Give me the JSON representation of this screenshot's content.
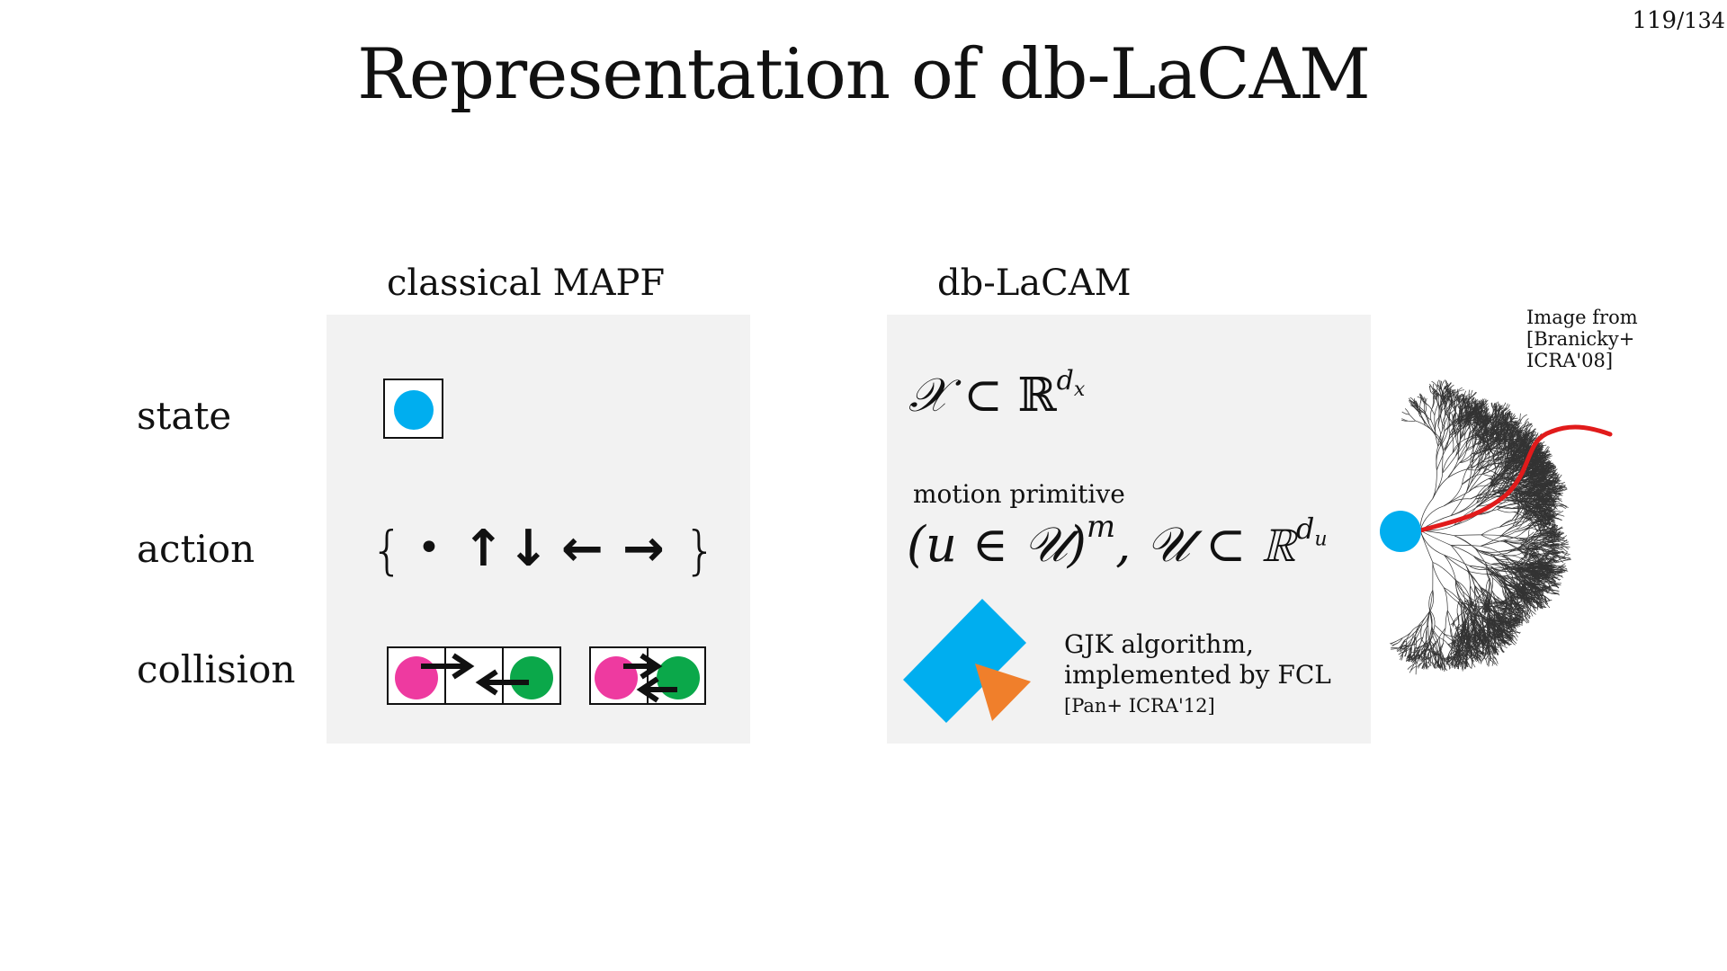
{
  "slide": {
    "title": "Representation of db-LaCAM",
    "page_current": "119",
    "page_total": "/134"
  },
  "columns": {
    "classical": "classical MAPF",
    "dblacam": "db-LaCAM"
  },
  "rows": {
    "state": "state",
    "action": "action",
    "collision": "collision"
  },
  "dblacam": {
    "state_math": {
      "set_symbol": "𝒳",
      "subset": "⊂",
      "reals": "ℝ",
      "exponent_base": "d",
      "exponent_sub": "x"
    },
    "motion_primitive_label": "motion primitive",
    "action_math": {
      "open": "(u ∈ 𝒰)",
      "sup_m": "m",
      "rest": ", 𝒰 ⊂ ℝ",
      "exponent_base": "d",
      "exponent_sub": "u"
    },
    "collision_caption_line1": "GJK algorithm,",
    "collision_caption_line2": "implemented by FCL",
    "collision_ref": "[Pan+ ICRA'12]"
  },
  "tree_image": {
    "credit_line1": "Image from",
    "credit_line2": "[Branicky+ ICRA'08]"
  },
  "classical": {
    "action_open": "{",
    "action_stay": "•",
    "action_up": "↑",
    "action_down": "↓",
    "action_left": "←",
    "action_right": "→",
    "action_close": "}"
  },
  "colors": {
    "agent_blue": "#00aeef",
    "agent_pink": "#ee3aa0",
    "agent_green": "#0ba84a",
    "obstacle_orange": "#f07f2b",
    "path_red": "#e11b1b",
    "panel_bg": "#f2f2f2"
  }
}
